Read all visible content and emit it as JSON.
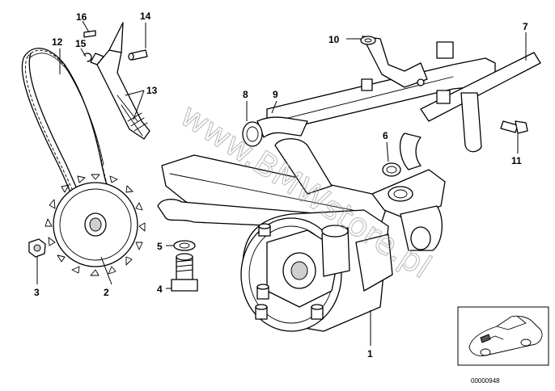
{
  "diagram": {
    "callouts": {
      "c1": "1",
      "c2": "2",
      "c3": "3",
      "c4": "4",
      "c5": "5",
      "c6": "6",
      "c7": "7",
      "c8": "8",
      "c9": "9",
      "c10": "10",
      "c11": "11",
      "c12": "12",
      "c13": "13",
      "c14": "14",
      "c15": "15",
      "c16": "16"
    },
    "watermark": "www.BMWstore.pl",
    "inset_code": "00000948"
  }
}
